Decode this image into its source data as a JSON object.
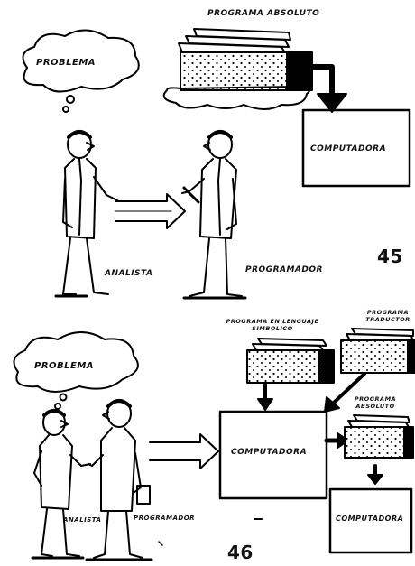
{
  "panel45": {
    "cloud_text": "PROBLEMA",
    "program_title": "PROGRAMA ABSOLUTO",
    "computer_box": "COMPUTADORA",
    "person_left": "ANALISTA",
    "person_right": "PROGRAMADOR",
    "figure_number": "45"
  },
  "panel46": {
    "cloud_text": "PROBLEMA",
    "program_source": "PROGRAMA EN LENGUAJE SIMBOLICO",
    "program_translator": "PROGRAMA TRADUCTOR",
    "program_absolute": "PROGRAMA ABSOLUTO",
    "computer_box": "COMPUTADORA",
    "output_box": "COMPUTADORA",
    "person_left": "ANALISTA",
    "person_right": "PROGRAMADOR",
    "figure_number": "46"
  }
}
